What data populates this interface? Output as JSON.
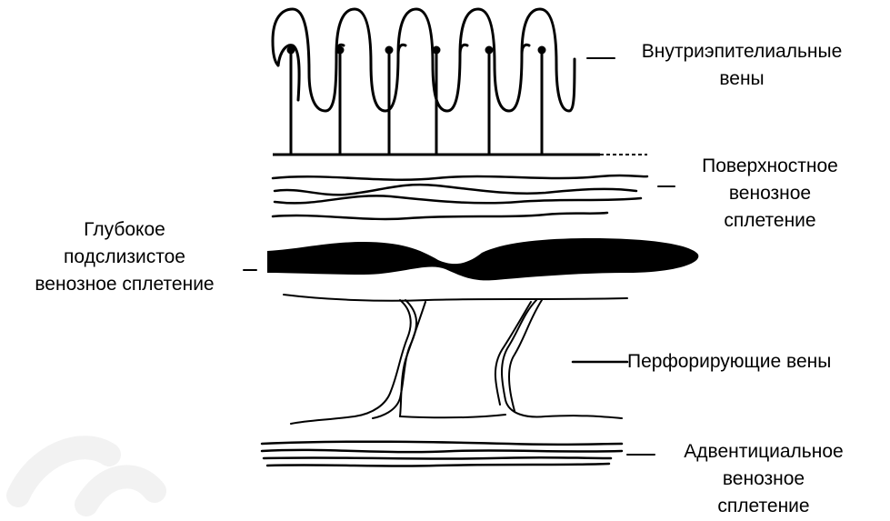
{
  "labels": {
    "intraepithelial": [
      "Внутриэпителиальные",
      "вены"
    ],
    "superficial": [
      "Поверхностное",
      "венозное",
      "сплетение"
    ],
    "deep": [
      "Глубокое",
      "подслизистое",
      "венозное сплетение"
    ],
    "perforating": [
      "Перфорирующие вены"
    ],
    "adventitial": [
      "Адвентициальное",
      "венозное",
      "сплетение"
    ]
  },
  "colors": {
    "ink": "#000000",
    "watermark": "#f2f2f2"
  }
}
